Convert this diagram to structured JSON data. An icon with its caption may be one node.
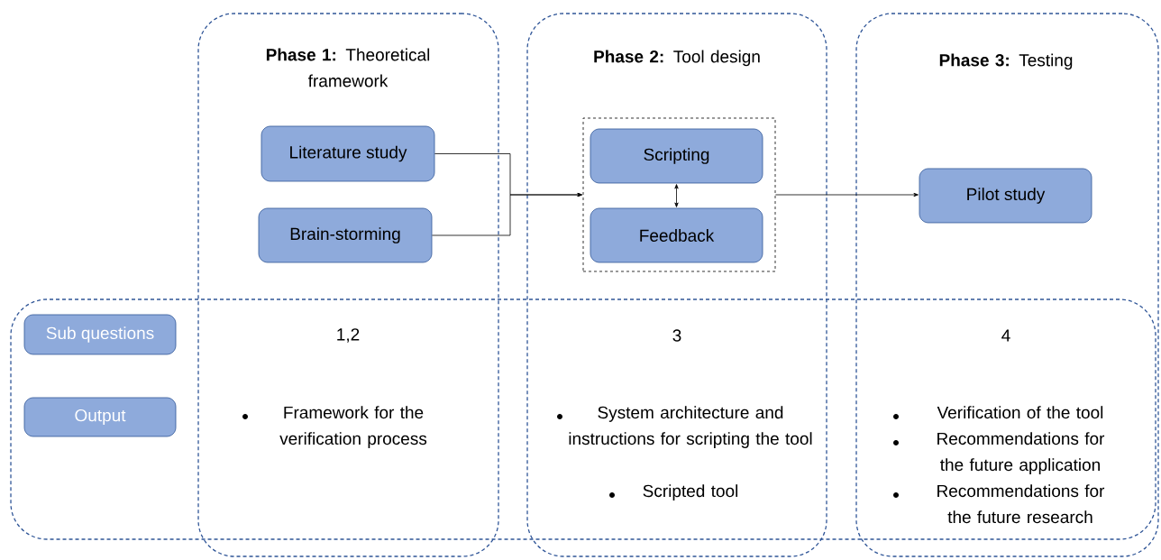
{
  "diagram": {
    "nodes": [
      {
        "text": [
          "**Phase 1:** Theoretical framework"
        ]
      },
      {
        "text": [
          "Literature study"
        ],
        "in": 0
      },
      {
        "text": [
          "Brain-storming"
        ],
        "in": 0
      },
      {
        "text": [
          "**Phase 2:** Tool design"
        ]
      },
      {
        "text": [],
        "shape": "box",
        "in": 3
      },
      {
        "text": [
          "Scripting"
        ],
        "in": 4
      },
      {
        "text": [
          "Feedback"
        ],
        "in": 4
      },
      {
        "text": [
          "**Phase 3:** Testing"
        ]
      },
      {
        "text": [
          "Pilot study"
        ],
        "in": 7
      },
      {
        "text": [],
        "shape": "box"
      },
      {
        "text": [
          "Sub questions"
        ],
        "in": 9
      },
      {
        "text": [
          "Output"
        ],
        "in": 9
      }
    ],
    "edges": [
      {
        "from": 1,
        "to": 4,
        "arrow": "to"
      },
      {
        "from": 2,
        "to": 4,
        "arrow": "to"
      },
      {
        "from": 5,
        "to": 6,
        "arrow": "both"
      },
      {
        "from": 4,
        "to": 8,
        "arrow": "to"
      }
    ],
    "labels": [
      "1,2",
      "3",
      "4",
      "Framework for the verification process",
      "System architecture and instructions for scripting the tool",
      "Scripted tool",
      "Verification of the tool",
      "Recommendations for the future application",
      "Recommendations for the future research"
    ]
  }
}
